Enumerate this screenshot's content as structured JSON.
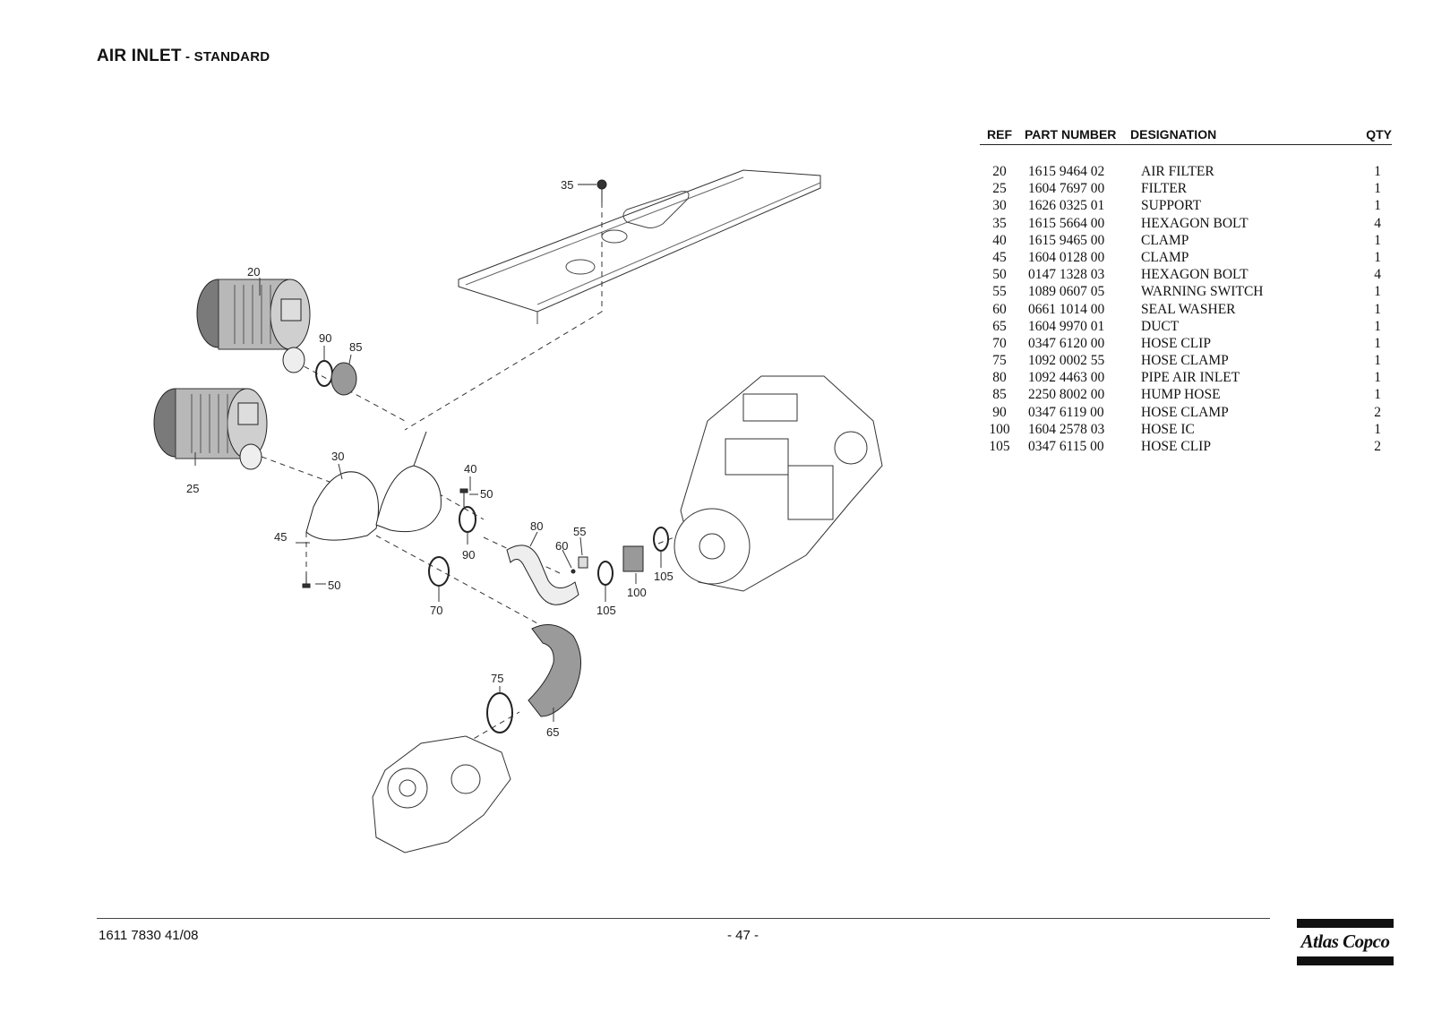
{
  "header": {
    "title_main": "AIR INLET",
    "title_sub": " - STANDARD"
  },
  "table": {
    "columns": {
      "ref": "REF",
      "part_number": "PART NUMBER",
      "designation": "DESIGNATION",
      "qty": "QTY"
    },
    "rows": [
      {
        "ref": "20",
        "pn": "1615 9464 02",
        "des": "AIR FILTER",
        "qty": "1"
      },
      {
        "ref": "25",
        "pn": "1604 7697 00",
        "des": "FILTER",
        "qty": "1"
      },
      {
        "ref": "30",
        "pn": "1626 0325 01",
        "des": "SUPPORT",
        "qty": "1"
      },
      {
        "ref": "35",
        "pn": "1615 5664 00",
        "des": "HEXAGON BOLT",
        "qty": "4"
      },
      {
        "ref": "40",
        "pn": "1615 9465 00",
        "des": "CLAMP",
        "qty": "1"
      },
      {
        "ref": "45",
        "pn": "1604 0128 00",
        "des": "CLAMP",
        "qty": "1"
      },
      {
        "ref": "50",
        "pn": "0147 1328 03",
        "des": "HEXAGON BOLT",
        "qty": "4"
      },
      {
        "ref": "55",
        "pn": "1089 0607 05",
        "des": "WARNING SWITCH",
        "qty": "1"
      },
      {
        "ref": "60",
        "pn": "0661 1014 00",
        "des": "SEAL WASHER",
        "qty": "1"
      },
      {
        "ref": "65",
        "pn": "1604 9970 01",
        "des": "DUCT",
        "qty": "1"
      },
      {
        "ref": "70",
        "pn": "0347 6120 00",
        "des": "HOSE CLIP",
        "qty": "1"
      },
      {
        "ref": "75",
        "pn": "1092 0002 55",
        "des": "HOSE CLAMP",
        "qty": "1"
      },
      {
        "ref": "80",
        "pn": "1092 4463 00",
        "des": "PIPE AIR INLET",
        "qty": "1"
      },
      {
        "ref": "85",
        "pn": "2250 8002 00",
        "des": "HUMP HOSE",
        "qty": "1"
      },
      {
        "ref": "90",
        "pn": "0347 6119 00",
        "des": "HOSE CLAMP",
        "qty": "2"
      },
      {
        "ref": "100",
        "pn": "1604 2578 03",
        "des": "HOSE IC",
        "qty": "1"
      },
      {
        "ref": "105",
        "pn": "0347 6115 00",
        "des": "HOSE CLIP",
        "qty": "2"
      }
    ]
  },
  "callouts": {
    "c20": "20",
    "c25": "25",
    "c30": "30",
    "c35": "35",
    "c40": "40",
    "c45": "45",
    "c50a": "50",
    "c50b": "50",
    "c55": "55",
    "c60": "60",
    "c65": "65",
    "c70": "70",
    "c75": "75",
    "c80": "80",
    "c85": "85",
    "c90a": "90",
    "c90b": "90",
    "c100": "100",
    "c105a": "105",
    "c105b": "105"
  },
  "footer": {
    "doc_number": "1611 7830 41/08",
    "page": "- 47 -",
    "brand": "Atlas Copco"
  }
}
